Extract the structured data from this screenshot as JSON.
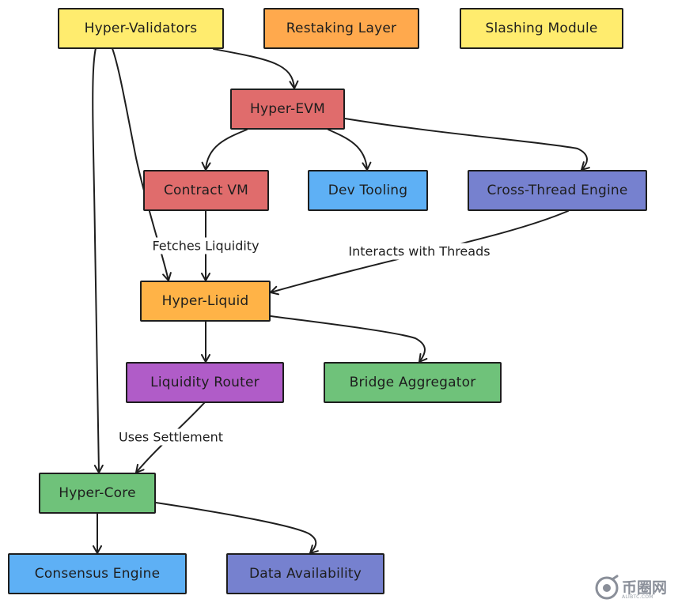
{
  "nodes": [
    {
      "id": "hyper-validators",
      "label": "Hyper-Validators",
      "color": "#ffec6e"
    },
    {
      "id": "restaking-layer",
      "label": "Restaking Layer",
      "color": "#ffa94d"
    },
    {
      "id": "slashing-module",
      "label": "Slashing Module",
      "color": "#ffec6e"
    },
    {
      "id": "hyper-evm",
      "label": "Hyper-EVM",
      "color": "#e06c6c"
    },
    {
      "id": "contract-vm",
      "label": "Contract VM",
      "color": "#e06c6c"
    },
    {
      "id": "dev-tooling",
      "label": "Dev Tooling",
      "color": "#5eb0f5"
    },
    {
      "id": "cross-thread-engine",
      "label": "Cross-Thread Engine",
      "color": "#7681cf"
    },
    {
      "id": "hyper-liquid",
      "label": "Hyper-Liquid",
      "color": "#ffb347"
    },
    {
      "id": "liquidity-router",
      "label": "Liquidity Router",
      "color": "#b05cc8"
    },
    {
      "id": "bridge-aggregator",
      "label": "Bridge Aggregator",
      "color": "#6fc27a"
    },
    {
      "id": "hyper-core",
      "label": "Hyper-Core",
      "color": "#6fc27a"
    },
    {
      "id": "consensus-engine",
      "label": "Consensus Engine",
      "color": "#5eb0f5"
    },
    {
      "id": "data-availability",
      "label": "Data Availability",
      "color": "#7681cf"
    }
  ],
  "edges": [
    {
      "from": "hyper-validators",
      "to": "hyper-evm",
      "label": ""
    },
    {
      "from": "hyper-validators",
      "to": "hyper-liquid",
      "label": ""
    },
    {
      "from": "hyper-validators",
      "to": "hyper-core",
      "label": ""
    },
    {
      "from": "hyper-evm",
      "to": "contract-vm",
      "label": ""
    },
    {
      "from": "hyper-evm",
      "to": "dev-tooling",
      "label": ""
    },
    {
      "from": "hyper-evm",
      "to": "cross-thread-engine",
      "label": ""
    },
    {
      "from": "contract-vm",
      "to": "hyper-liquid",
      "label": "Fetches Liquidity"
    },
    {
      "from": "cross-thread-engine",
      "to": "hyper-liquid",
      "label": "Interacts with Threads"
    },
    {
      "from": "hyper-liquid",
      "to": "liquidity-router",
      "label": ""
    },
    {
      "from": "hyper-liquid",
      "to": "bridge-aggregator",
      "label": ""
    },
    {
      "from": "liquidity-router",
      "to": "hyper-core",
      "label": "Uses Settlement"
    },
    {
      "from": "hyper-core",
      "to": "consensus-engine",
      "label": ""
    },
    {
      "from": "hyper-core",
      "to": "data-availability",
      "label": ""
    }
  ],
  "watermark": {
    "text": "币圈网",
    "sub": "ALIBTC.COM"
  }
}
